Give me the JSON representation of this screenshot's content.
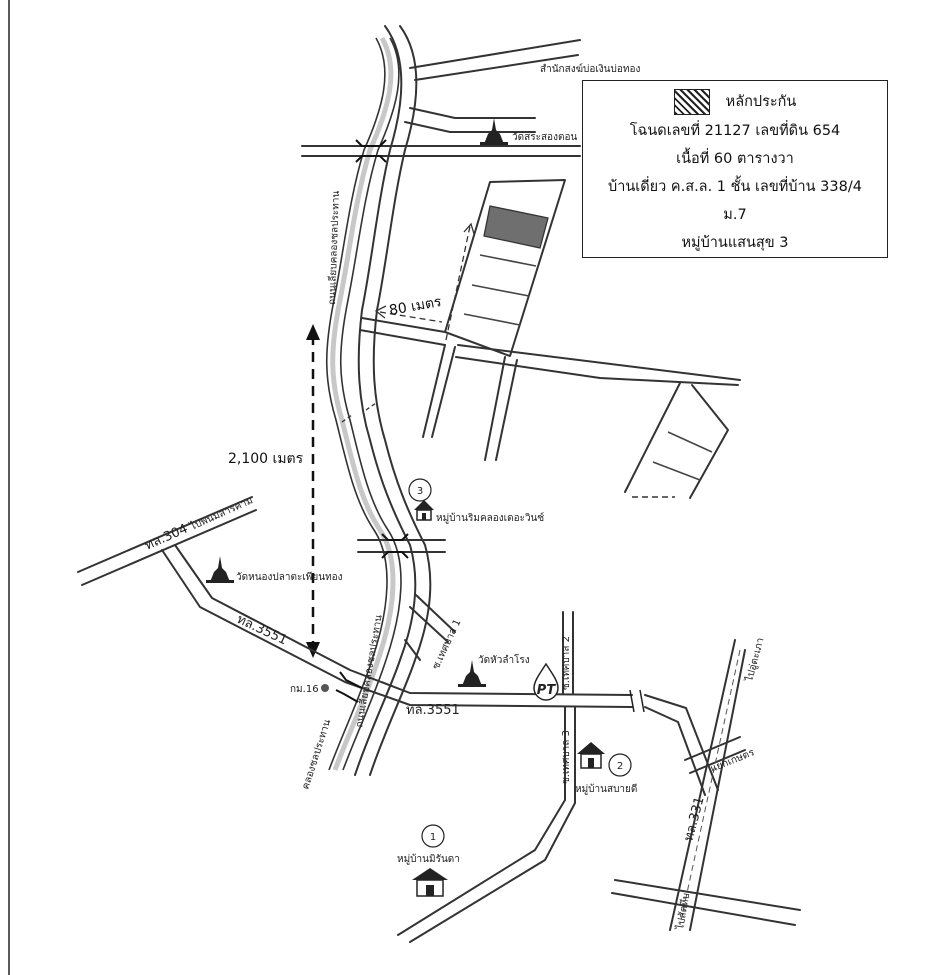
{
  "legend": {
    "title": "หลักประกัน",
    "line1": "โฉนดเลขที่ 21127 เลขที่ดิน 654",
    "line2": "เนื้อที่ 60 ตารางวา",
    "line3": "บ้านเดี่ยว ค.ส.ล. 1 ชั้น เลขที่บ้าน 338/4",
    "line4": "ม.7",
    "line5": "หมู่บ้านแสนสุข 3"
  },
  "labels": {
    "office": "สำนักสงฆ์บ่อเงินบ่อทอง",
    "temple1": "วัดสระสองตอน",
    "temple2": "วัดหนองปลาตะเพียนทอง",
    "temple3": "วัดหัวลำโรง",
    "canal_road_top": "ถนนเลียบคลองชลประทาน",
    "canal_road_bottom": "ถนนเลียบคลองชลประทาน",
    "canal": "คลองชลประทาน",
    "dist_80": "80 เมตร",
    "dist_2100": "2,100 เมตร",
    "village1_num": "1",
    "village1": "หมู่บ้านมิรันดา",
    "village2_num": "2",
    "village2": "หมู่บ้านสบายดี",
    "village3_num": "3",
    "village3": "หมู่บ้านริมคลองเดอะวินซ์",
    "road304": "ทล.304",
    "road304_dir": "ไปพนมสารคาม",
    "road3551_a": "ทล.3551",
    "road3551_b": "ทล.3551",
    "road331": "ทล.331",
    "road331_dir_top": "ไปอู่ตะเภา",
    "road331_dir_bottom": "ไปสัตหีบ",
    "junction": "แยกเกษตร",
    "km": "กม.16",
    "soi_tessaban1": "ซ.เทศบาล 1",
    "soi_tessaban2": "ซ.เทศบาล 2",
    "soi_tessaban3": "ซ.เทศบาล 3",
    "pt": "PT"
  },
  "colors": {
    "road": "#333333",
    "collateral": "#6f6f6f",
    "canal": "#9a9a9a"
  }
}
